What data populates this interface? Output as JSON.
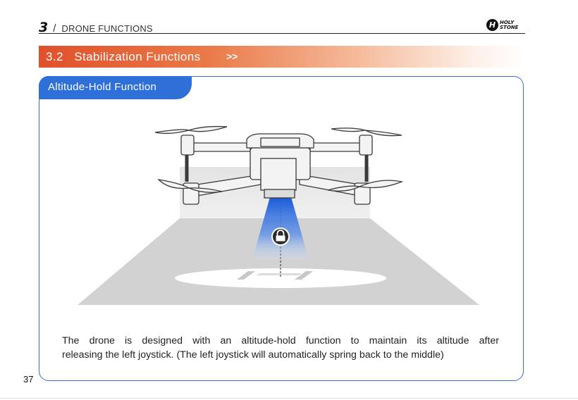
{
  "header": {
    "chapter_number": "3",
    "separator": "/",
    "chapter_title": "DRONE FUNCTIONS",
    "brand_logo_text": "HOLY STONE"
  },
  "section": {
    "number": "3.2",
    "title": "Stabilization Functions",
    "arrows": ">>"
  },
  "panel": {
    "tab_label": "Altitude-Hold Function",
    "illustration_icons": [
      "drone-icon",
      "lock-icon",
      "landing-pad-icon"
    ],
    "description_line1": "The drone is designed with an altitude-hold function to maintain its altitude after",
    "description_line2": "releasing the left joystick. (The left joystick will automatically spring back to the middle)"
  },
  "footer": {
    "page_number": "37"
  },
  "colors": {
    "section_orange": "#e0502a",
    "tab_blue": "#2f6fd8",
    "panel_border": "#3a6fd0",
    "beam_blue": "#2a6fe0"
  }
}
